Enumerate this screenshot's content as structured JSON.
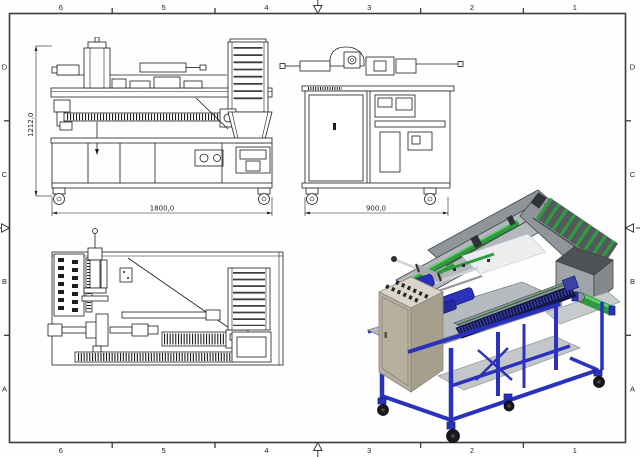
{
  "sheet": {
    "zone_columns": [
      "6",
      "5",
      "4",
      "3",
      "2",
      "1"
    ],
    "zone_rows": [
      "D",
      "C",
      "B",
      "A"
    ],
    "background": "#fefefe",
    "frame_color": "#3a3a3a"
  },
  "views": {
    "front": {
      "width_dim": "1800,0",
      "height_dim": "1212,0"
    },
    "side": {
      "width_dim": "900,0"
    },
    "plan": {},
    "iso": {}
  },
  "palette": {
    "line": "#1d1d1d",
    "frame-color": "#3a3a3a",
    "frame-blue": "#2A31BC",
    "frame-blue-dark": "#171C74",
    "frame-blue-mid": "#3A41A8",
    "green": "#2E9B3F",
    "green-dark": "#1F6B2D",
    "green-light": "#5FCF6E",
    "gray-light": "#B3B8BD",
    "gray-mid": "#8F959A",
    "gray-dark": "#63686D",
    "gray-edge": "#41464B",
    "tan": "#B8B09F",
    "tan-side": "#A79F8D",
    "tan-top": "#DAD5C9",
    "navy": "#151A4E",
    "steel": "#A6ABB0",
    "sheet-white": "#ECEDEE",
    "wheel": "#17181C"
  }
}
